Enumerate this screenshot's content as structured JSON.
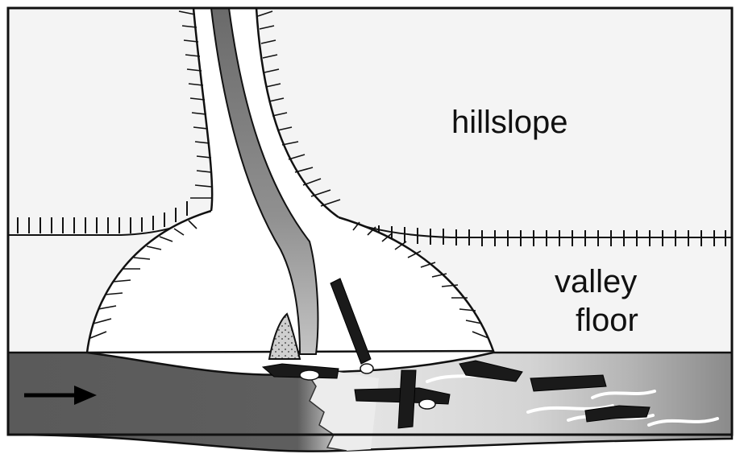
{
  "labels": {
    "hillslope": "hillslope",
    "valley_line1": "valley",
    "valley_line2": "floor"
  },
  "icons": {
    "flow_direction": "right-arrow-icon"
  },
  "colors": {
    "outline": "#111111",
    "hillslope_fill": "#f4f4f4",
    "fan_fill": "#ffffff",
    "channel_dark": "#5e5e5e",
    "channel_light": "#d8d8d8",
    "tributary_channel": "#8a8a8a",
    "debris": "#1a1a1a"
  }
}
